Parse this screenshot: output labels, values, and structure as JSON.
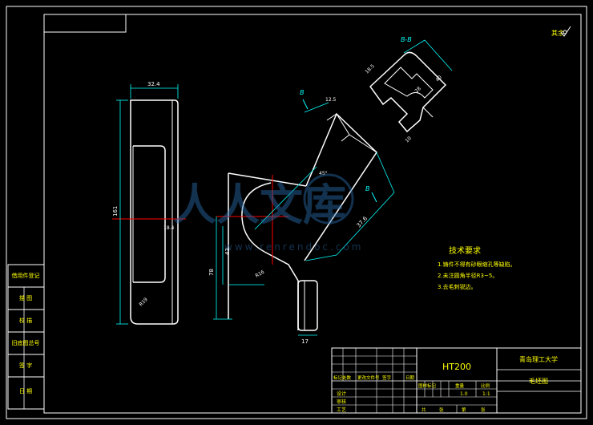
{
  "drawing": {
    "section_label": "B-B",
    "section_mark_1": "B",
    "section_mark_2": "B",
    "roughness": "其余",
    "technical_requirements": {
      "title": "技术要求",
      "items": [
        "1.铸件不得有砂眼缩孔等缺陷。",
        "2.未注圆角半径R3~5。",
        "3.去毛刺锐边。"
      ]
    },
    "dimensions": {
      "front_width": "32.4",
      "front_height": "161",
      "front_inner": "18.4",
      "front_radius": "R19",
      "top_slot": "12.5",
      "top_angle": "45°",
      "main_length": "37.6",
      "left_height": "43",
      "left_total": "78",
      "left_radius": "R16",
      "bottom_width": "17",
      "section_w1": "18.5",
      "section_w2": "28",
      "section_h": "40",
      "section_bottom": "10"
    },
    "left_column": {
      "labels": [
        "借用件登记",
        "描 图",
        "校 描",
        "旧底图总号",
        "签 字",
        "日 期"
      ]
    },
    "title_block": {
      "material": "HT200",
      "school": "青岛理工大学",
      "drawing_name": "毛坯图",
      "scale_labels": [
        "图样标记",
        "重量",
        "比例"
      ],
      "weight": "1.0",
      "scale": "1:1",
      "row_labels": [
        "标记处数",
        "更改文件号",
        "签字",
        "日期"
      ],
      "people": [
        "设计",
        "审核",
        "工艺"
      ],
      "sheet_info": [
        "共",
        "张",
        "第",
        "张"
      ]
    },
    "watermark": {
      "text": "人人文库",
      "url": "www.renrendoc.com"
    }
  },
  "colors": {
    "background": "#000000",
    "frame": "#ffffff",
    "outline": "#ffffff",
    "dimension": "#00ffff",
    "center": "#ff0000",
    "text_yellow": "#ffff00",
    "text_green": "#00ff00"
  }
}
